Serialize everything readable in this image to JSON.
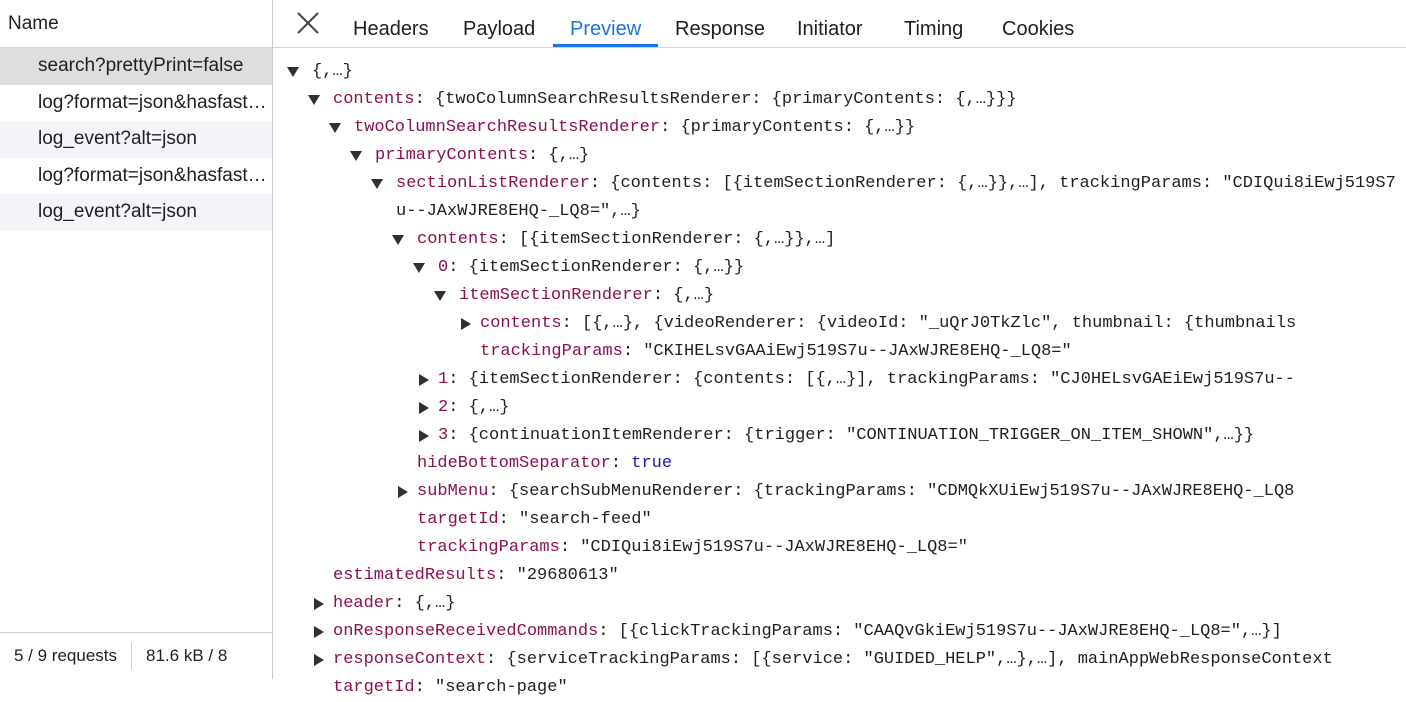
{
  "left_panel": {
    "header": "Name",
    "requests": [
      {
        "name": "search?prettyPrint=false",
        "selected": true
      },
      {
        "name": "log?format=json&hasfast=true"
      },
      {
        "name": "log_event?alt=json"
      },
      {
        "name": "log?format=json&hasfast=true"
      },
      {
        "name": "log_event?alt=json"
      }
    ],
    "footer": {
      "requests": "5 / 9 requests",
      "transferred": "81.6 kB / 8"
    }
  },
  "tabs": {
    "close_icon": "close-icon",
    "items": [
      "Headers",
      "Payload",
      "Preview",
      "Response",
      "Initiator",
      "Timing",
      "Cookies"
    ],
    "active": "Preview",
    "accent": "#1a73e8"
  },
  "colors": {
    "key": "#881250",
    "boolean": "#1a1aa6"
  },
  "tree": [
    {
      "level": 0,
      "toggle": "expanded",
      "key": "",
      "value": "{,…}"
    },
    {
      "level": 1,
      "toggle": "expanded",
      "key": "contents",
      "value": "{twoColumnSearchResultsRenderer: {primaryContents: {,…}}}"
    },
    {
      "level": 2,
      "toggle": "expanded",
      "key": "twoColumnSearchResultsRenderer",
      "value": "{primaryContents: {,…}}"
    },
    {
      "level": 3,
      "toggle": "expanded",
      "key": "primaryContents",
      "value": "{,…}"
    },
    {
      "level": 4,
      "toggle": "expanded",
      "key": "sectionListRenderer",
      "value": "{contents: [{itemSectionRenderer: {,…}},…], trackingParams: \"CDIQui8iEwj519S7u--JAxWJRE8EHQ-_LQ8=\",…}"
    },
    {
      "level": 5,
      "toggle": "expanded",
      "key": "contents",
      "value": "[{itemSectionRenderer: {,…}},…]"
    },
    {
      "level": 6,
      "toggle": "expanded",
      "key": "0",
      "value": "{itemSectionRenderer: {,…}}"
    },
    {
      "level": 7,
      "toggle": "expanded",
      "key": "itemSectionRenderer",
      "value": "{,…}"
    },
    {
      "level": 8,
      "toggle": "collapsed",
      "key": "contents",
      "value": "[{,…}, {videoRenderer: {videoId: \"_uQrJ0TkZlc\", thumbnail: {thumbnails"
    },
    {
      "level": 8,
      "toggle": "none",
      "key": "trackingParams",
      "value": "\"CKIHELsvGAAiEwj519S7u--JAxWJRE8EHQ-_LQ8=\""
    },
    {
      "level": 6,
      "toggle": "collapsed",
      "key": "1",
      "value": "{itemSectionRenderer: {contents: [{,…}], trackingParams: \"CJ0HELsvGAEiEwj519S7u--"
    },
    {
      "level": 6,
      "toggle": "collapsed",
      "key": "2",
      "value": "{,…}"
    },
    {
      "level": 6,
      "toggle": "collapsed",
      "key": "3",
      "value": "{continuationItemRenderer: {trigger: \"CONTINUATION_TRIGGER_ON_ITEM_SHOWN\",…}}"
    },
    {
      "level": 5,
      "toggle": "none",
      "key": "hideBottomSeparator",
      "value": "true",
      "type": "bool"
    },
    {
      "level": 5,
      "toggle": "collapsed",
      "key": "subMenu",
      "value": "{searchSubMenuRenderer: {trackingParams: \"CDMQkXUiEwj519S7u--JAxWJRE8EHQ-_LQ8"
    },
    {
      "level": 5,
      "toggle": "none",
      "key": "targetId",
      "value": "\"search-feed\""
    },
    {
      "level": 5,
      "toggle": "none",
      "key": "trackingParams",
      "value": "\"CDIQui8iEwj519S7u--JAxWJRE8EHQ-_LQ8=\""
    },
    {
      "level": 1,
      "toggle": "none",
      "key": "estimatedResults",
      "value": "\"29680613\""
    },
    {
      "level": 1,
      "toggle": "collapsed",
      "key": "header",
      "value": "{,…}"
    },
    {
      "level": 1,
      "toggle": "collapsed",
      "key": "onResponseReceivedCommands",
      "value": "[{clickTrackingParams: \"CAAQvGkiEwj519S7u--JAxWJRE8EHQ-_LQ8=\",…}]"
    },
    {
      "level": 1,
      "toggle": "collapsed",
      "key": "responseContext",
      "value": "{serviceTrackingParams: [{service: \"GUIDED_HELP\",…},…], mainAppWebResponseContext"
    },
    {
      "level": 1,
      "toggle": "none",
      "key": "targetId",
      "value": "\"search-page\""
    }
  ]
}
